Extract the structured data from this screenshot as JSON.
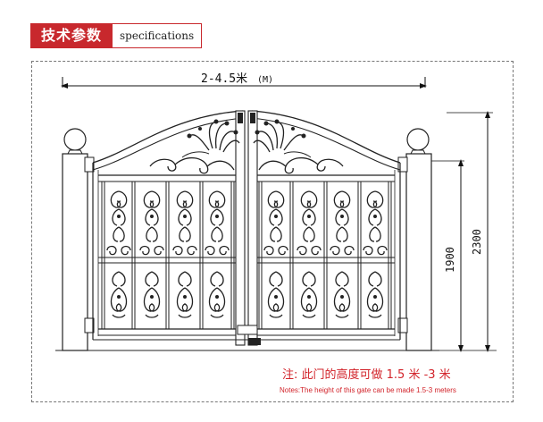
{
  "header": {
    "title_cn": "技术参数",
    "title_en": "specifications"
  },
  "dimensions": {
    "width_label": "2-4.5米",
    "width_unit": "(M)",
    "height_inner": "1900",
    "height_outer": "2300"
  },
  "note": {
    "cn": "注: 此门的高度可做 1.5 米 -3 米",
    "en": "Notes:The height of this gate can be made 1.5-3 meters"
  },
  "colors": {
    "accent": "#c8282d",
    "note": "#d2232a",
    "line": "#222222"
  },
  "icons": [
    "gate-drawing",
    "finial-ball",
    "scroll-ornament",
    "fan-ornament"
  ]
}
